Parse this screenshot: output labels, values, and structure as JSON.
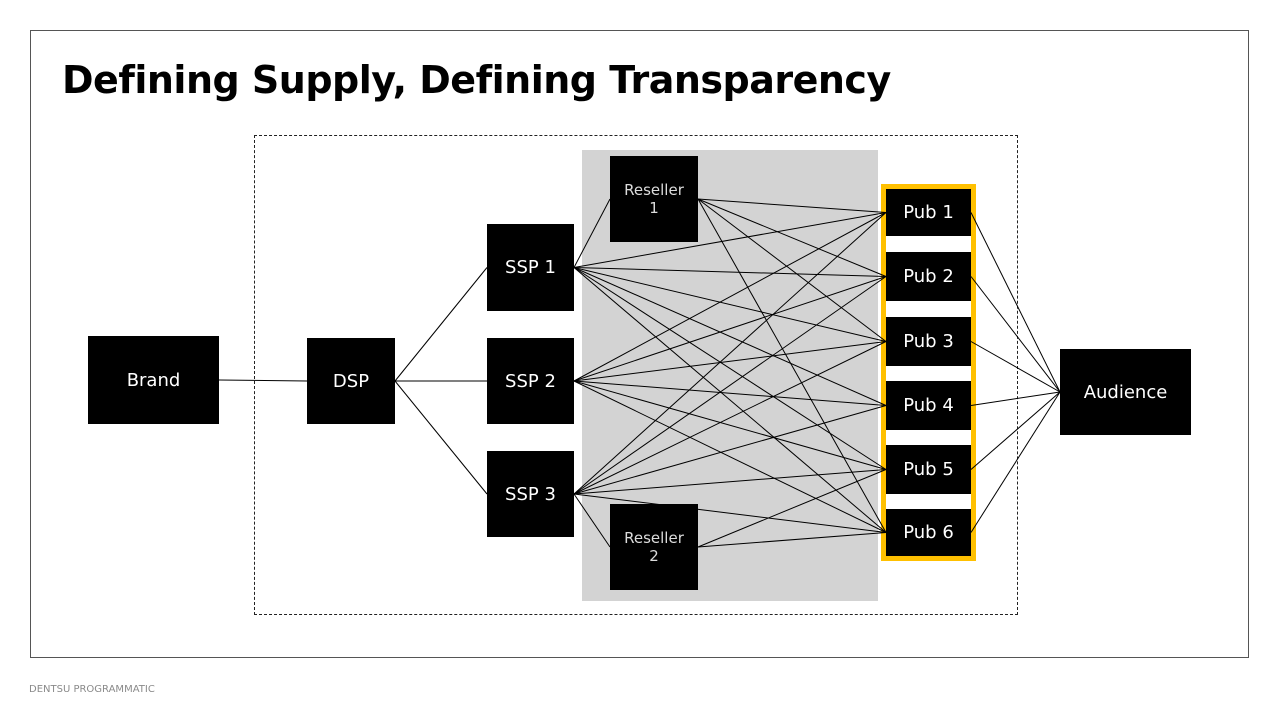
{
  "title": "Defining Supply, Defining Transparency",
  "footer": "DENTSU PROGRAMMATIC",
  "colors": {
    "highlight": "#ffc000",
    "supply_zone": "#d3d3d3",
    "node": "#000000"
  },
  "nodes": {
    "brand": "Brand",
    "dsp": "DSP",
    "ssp1": "SSP 1",
    "ssp2": "SSP 2",
    "ssp3": "SSP 3",
    "reseller1": "Reseller 1",
    "reseller2": "Reseller 2",
    "pub1": "Pub 1",
    "pub2": "Pub 2",
    "pub3": "Pub 3",
    "pub4": "Pub 4",
    "pub5": "Pub 5",
    "pub6": "Pub 6",
    "audience": "Audience"
  },
  "edges": [
    [
      "brand",
      "dsp"
    ],
    [
      "dsp",
      "ssp1"
    ],
    [
      "dsp",
      "ssp2"
    ],
    [
      "dsp",
      "ssp3"
    ],
    [
      "ssp1",
      "reseller1"
    ],
    [
      "ssp3",
      "reseller2"
    ],
    [
      "ssp1",
      "pub1"
    ],
    [
      "ssp1",
      "pub2"
    ],
    [
      "ssp1",
      "pub3"
    ],
    [
      "ssp1",
      "pub4"
    ],
    [
      "ssp1",
      "pub5"
    ],
    [
      "ssp1",
      "pub6"
    ],
    [
      "ssp2",
      "pub1"
    ],
    [
      "ssp2",
      "pub2"
    ],
    [
      "ssp2",
      "pub3"
    ],
    [
      "ssp2",
      "pub4"
    ],
    [
      "ssp2",
      "pub5"
    ],
    [
      "ssp2",
      "pub6"
    ],
    [
      "ssp3",
      "pub1"
    ],
    [
      "ssp3",
      "pub2"
    ],
    [
      "ssp3",
      "pub3"
    ],
    [
      "ssp3",
      "pub4"
    ],
    [
      "ssp3",
      "pub5"
    ],
    [
      "ssp3",
      "pub6"
    ],
    [
      "reseller1",
      "pub1"
    ],
    [
      "reseller1",
      "pub2"
    ],
    [
      "reseller1",
      "pub3"
    ],
    [
      "reseller1",
      "pub6"
    ],
    [
      "reseller2",
      "pub5"
    ],
    [
      "reseller2",
      "pub6"
    ],
    [
      "pub1",
      "audience"
    ],
    [
      "pub2",
      "audience"
    ],
    [
      "pub3",
      "audience"
    ],
    [
      "pub4",
      "audience"
    ],
    [
      "pub5",
      "audience"
    ],
    [
      "pub6",
      "audience"
    ]
  ]
}
